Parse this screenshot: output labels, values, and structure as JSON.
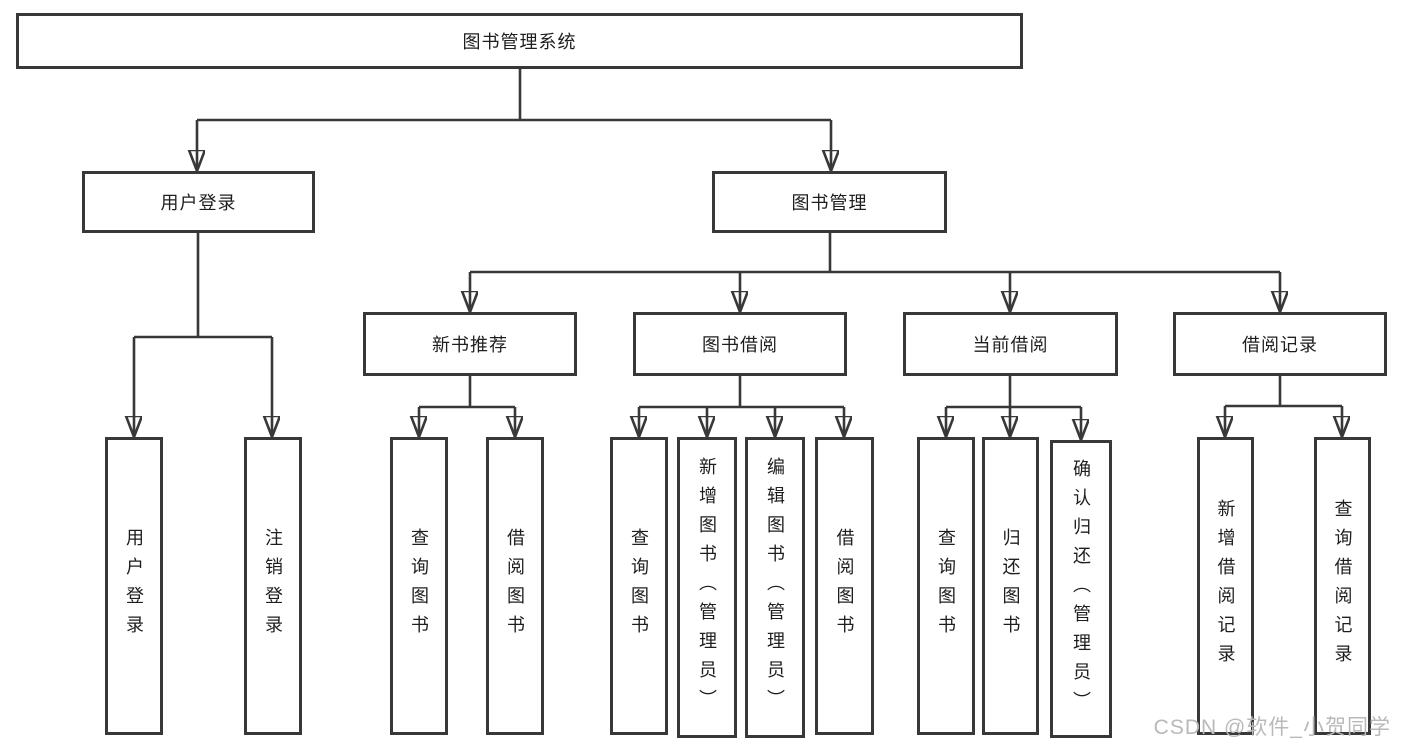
{
  "diagram_title": "图书管理系统",
  "watermark": "CSDN @软件_小贺同学",
  "colors": {
    "line": "#383838",
    "box_border": "#383838",
    "text": "#1e1e1e",
    "background": "#ffffff",
    "watermark": "#b9b9b9"
  },
  "nodes": {
    "root": {
      "label": "图书管理系统"
    },
    "level1": [
      {
        "label": "用户登录"
      },
      {
        "label": "图书管理"
      }
    ],
    "level2": [
      {
        "label": "新书推荐",
        "parent": "图书管理"
      },
      {
        "label": "图书借阅",
        "parent": "图书管理"
      },
      {
        "label": "当前借阅",
        "parent": "图书管理"
      },
      {
        "label": "借阅记录",
        "parent": "图书管理"
      }
    ],
    "leaves": [
      {
        "label": "用户登录",
        "parent": "用户登录"
      },
      {
        "label": "注销登录",
        "parent": "用户登录"
      },
      {
        "label": "查询图书",
        "parent": "新书推荐"
      },
      {
        "label": "借阅图书",
        "parent": "新书推荐"
      },
      {
        "label": "查询图书",
        "parent": "图书借阅"
      },
      {
        "label": "新增图书（管理员）",
        "parent": "图书借阅"
      },
      {
        "label": "编辑图书（管理员）",
        "parent": "图书借阅"
      },
      {
        "label": "借阅图书",
        "parent": "图书借阅"
      },
      {
        "label": "查询图书",
        "parent": "当前借阅"
      },
      {
        "label": "归还图书",
        "parent": "当前借阅"
      },
      {
        "label": "确认归还（管理员）",
        "parent": "当前借阅"
      },
      {
        "label": "新增借阅记录",
        "parent": "借阅记录"
      },
      {
        "label": "查询借阅记录",
        "parent": "借阅记录"
      }
    ]
  }
}
